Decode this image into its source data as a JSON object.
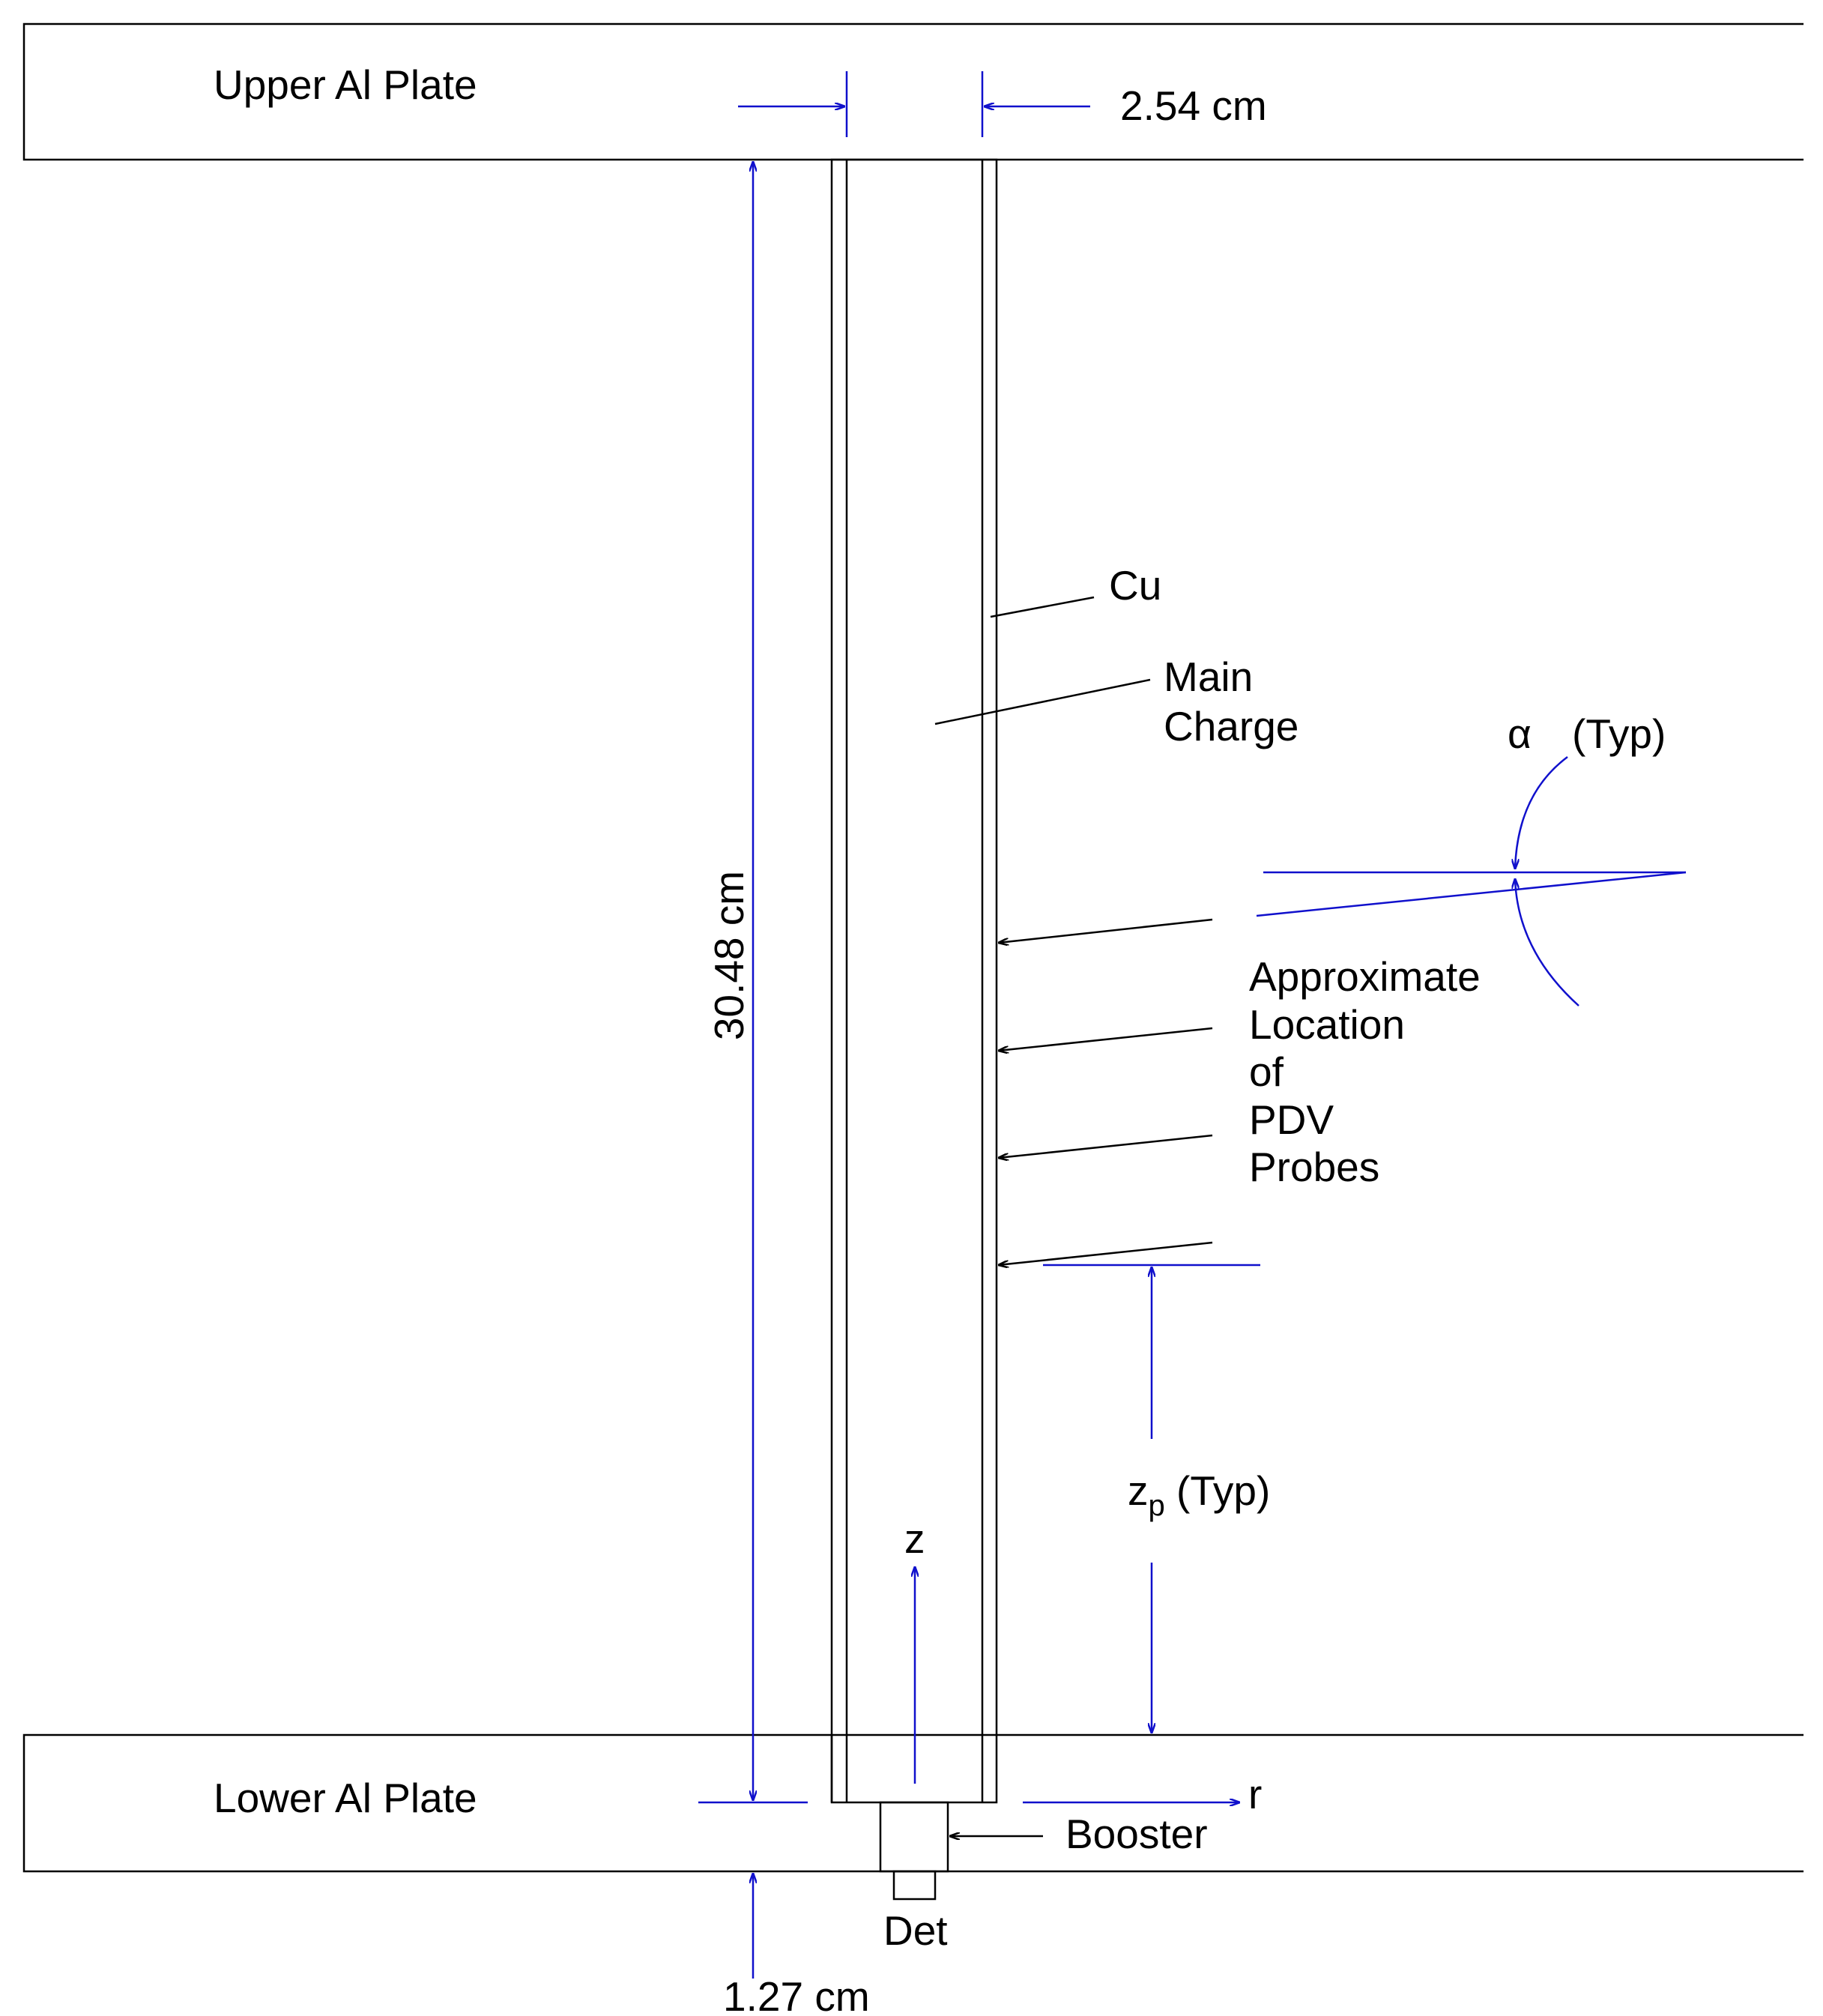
{
  "plates": {
    "upper": "Upper Al Plate",
    "lower": "Lower Al Plate"
  },
  "dimensions": {
    "diameter": "2.54 cm",
    "length": "30.48 cm",
    "plate_thickness": "1.27 cm"
  },
  "labels": {
    "cu": "Cu",
    "main_charge_line1": "Main",
    "main_charge_line2": "Charge",
    "alpha_symbol": "α",
    "alpha_typ": "(Typ)",
    "probes_lines": [
      "Approximate",
      "Location",
      "of",
      "PDV",
      "Probes"
    ],
    "zp_base": "z",
    "zp_sub": "p",
    "zp_typ": " (Typ)",
    "z_axis": "z",
    "r_axis": "r",
    "booster": "Booster",
    "det": "Det"
  },
  "colors": {
    "outline": "#000000",
    "dimension": "#1010cc"
  }
}
